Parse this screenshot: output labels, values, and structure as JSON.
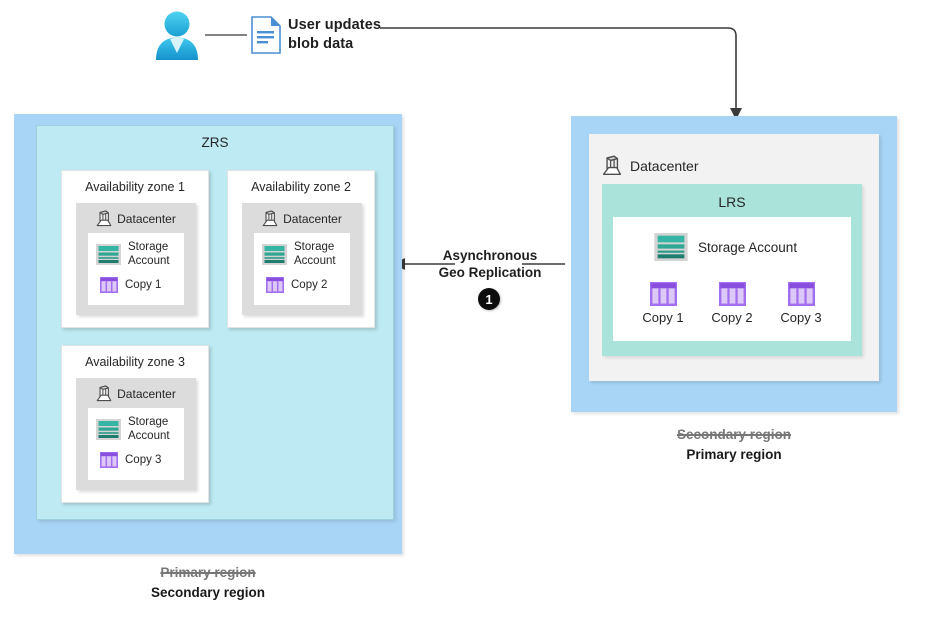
{
  "flow": {
    "user_icon": "user-icon",
    "document_icon": "document-icon",
    "label_line1": "User updates",
    "label_line2": "blob data"
  },
  "replication": {
    "label_line1": "Asynchronous",
    "label_line2": "Geo Replication",
    "step_number": "1",
    "arrow_direction": "right-to-left"
  },
  "left_region": {
    "zrs_title": "ZRS",
    "caption_struck": "Primary region",
    "caption_current": "Secondary region",
    "zones": [
      {
        "title": "Availability zone 1",
        "datacenter_label": "Datacenter",
        "storage_account_line1": "Storage",
        "storage_account_line2": "Account",
        "copy_label": "Copy 1"
      },
      {
        "title": "Availability zone 2",
        "datacenter_label": "Datacenter",
        "storage_account_line1": "Storage",
        "storage_account_line2": "Account",
        "copy_label": "Copy 2"
      },
      {
        "title": "Availability zone 3",
        "datacenter_label": "Datacenter",
        "storage_account_line1": "Storage",
        "storage_account_line2": "Account",
        "copy_label": "Copy 3"
      }
    ]
  },
  "right_region": {
    "datacenter_label": "Datacenter",
    "lrs_title": "LRS",
    "storage_account_label": "Storage Account",
    "copies": [
      {
        "label": "Copy 1"
      },
      {
        "label": "Copy 2"
      },
      {
        "label": "Copy 3"
      }
    ],
    "caption_struck": "Secondary region",
    "caption_current": "Primary region"
  },
  "colors": {
    "region_blue": "#a8d4f5",
    "zrs_cyan": "#bdeaf3",
    "lrs_mint": "#aae3da",
    "datacenter_gray": "#dcdcdc",
    "storage_teal": "#35b5a4",
    "copy_purple": "#8a4ede",
    "user_cyan": "#29b6e8",
    "badge_black": "#0d0d0d"
  }
}
